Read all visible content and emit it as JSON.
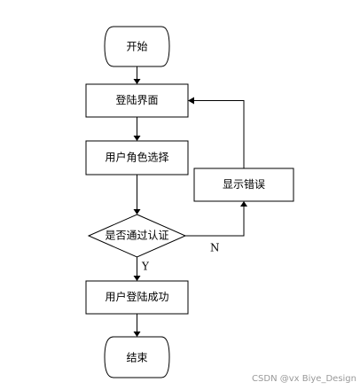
{
  "diagram": {
    "nodes": {
      "start": "开始",
      "login_screen": "登陆界面",
      "role_select": "用户角色选择",
      "auth_decision": "是否通过认证",
      "login_success": "用户登陆成功",
      "end": "结束",
      "show_error": "显示错误"
    },
    "edges": {
      "yes_label": "Y",
      "no_label": "N"
    }
  },
  "watermark": "CSDN @vx Biye_Design"
}
